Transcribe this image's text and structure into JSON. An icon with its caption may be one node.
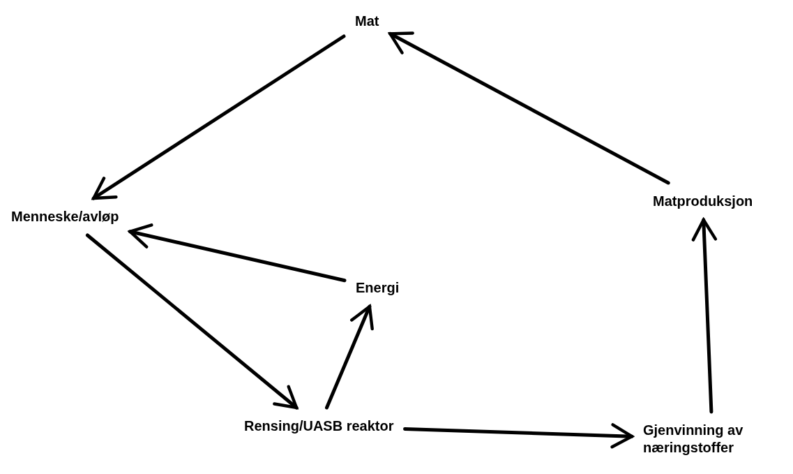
{
  "diagram": {
    "nodes": [
      {
        "text": [
          "Mat"
        ]
      },
      {
        "text": [
          "Menneske/avløp"
        ]
      },
      {
        "text": [
          "Energi"
        ]
      },
      {
        "text": [
          "Rensing/UASB reaktor"
        ]
      },
      {
        "text": [
          "Gjenvinning av næringstoffer"
        ]
      },
      {
        "text": [
          "Matproduksjon"
        ]
      }
    ],
    "edges": [
      {
        "from": 0,
        "to": 1,
        "arrow": "to"
      },
      {
        "from": 1,
        "to": 3,
        "arrow": "to"
      },
      {
        "from": 3,
        "to": 2,
        "arrow": "to"
      },
      {
        "from": 2,
        "to": 1,
        "arrow": "to"
      },
      {
        "from": 3,
        "to": 4,
        "arrow": "to"
      },
      {
        "from": 4,
        "to": 5,
        "arrow": "to"
      },
      {
        "from": 5,
        "to": 0,
        "arrow": "to"
      }
    ]
  }
}
